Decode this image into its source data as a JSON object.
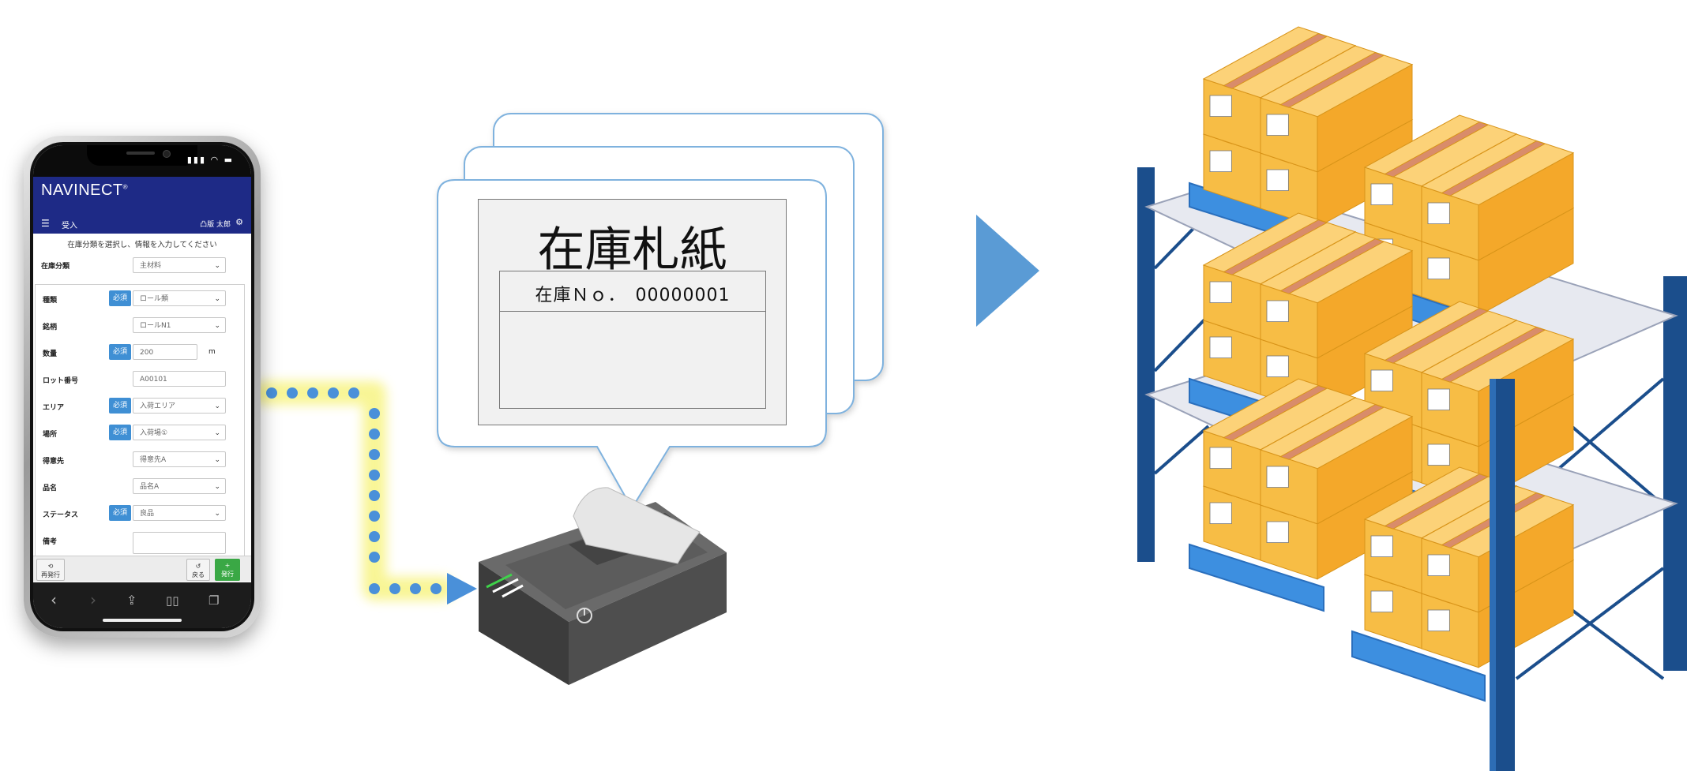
{
  "app": {
    "brand": "NAVINECT",
    "brand_mark": "®",
    "screen_title": "受入",
    "user": "凸版 太郎",
    "instruction": "在庫分類を選択し、情報を入力してください"
  },
  "form": {
    "category": {
      "label": "在庫分類",
      "value": "主材料"
    },
    "required_label": "必須",
    "rows": [
      {
        "label": "種類",
        "required": true,
        "value": "ロール類",
        "type": "select"
      },
      {
        "label": "銘柄",
        "required": false,
        "value": "ロールN1",
        "type": "select"
      },
      {
        "label": "数量",
        "required": true,
        "value": "200",
        "type": "input",
        "unit": "m"
      },
      {
        "label": "ロット番号",
        "required": false,
        "value": "A00101",
        "type": "input"
      },
      {
        "label": "エリア",
        "required": true,
        "value": "入荷エリア",
        "type": "select"
      },
      {
        "label": "場所",
        "required": true,
        "value": "入荷場①",
        "type": "select"
      },
      {
        "label": "得意先",
        "required": false,
        "value": "得意先A",
        "type": "select"
      },
      {
        "label": "品名",
        "required": false,
        "value": "品名A",
        "type": "select"
      },
      {
        "label": "ステータス",
        "required": true,
        "value": "良品",
        "type": "select"
      },
      {
        "label": "備考",
        "required": false,
        "value": "",
        "type": "input"
      }
    ]
  },
  "actions": {
    "reissue": "再発行",
    "back": "戻る",
    "issue": "発行"
  },
  "label_card": {
    "title": "在庫札紙",
    "inventory_no": "在庫Ｎｏ．　00000001"
  },
  "colors": {
    "header": "#1e2a86",
    "required_badge": "#3f8fd4",
    "issue_button": "#3aa845",
    "arrow": "#5a9bd5",
    "rack_frame": "#1b4e8c",
    "pallet": "#3d8fe0",
    "box": "#f5b235",
    "dots": "#4a90d9"
  },
  "icons": {
    "menu": "menu-icon",
    "settings": "gear-icon",
    "printer": "printer-icon",
    "qr": "qr-code-icon",
    "warehouse": "warehouse-rack-icon"
  }
}
